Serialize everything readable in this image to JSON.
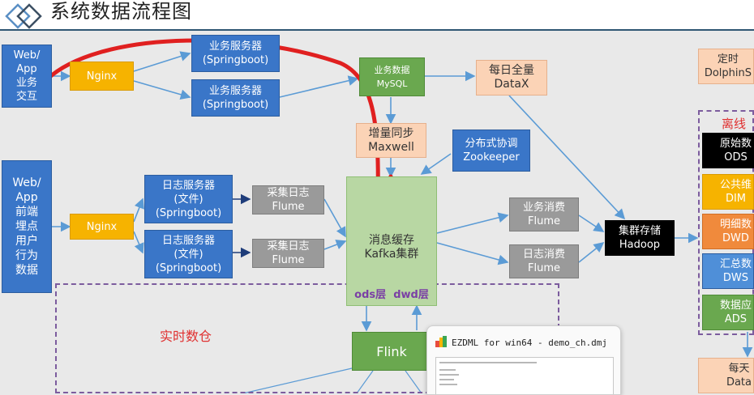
{
  "header": {
    "title": "系统数据流程图"
  },
  "nodes": {
    "web_app_interaction": "Web/\nApp\n业务\n交互",
    "nginx_top": "Nginx",
    "biz_server_1": "业务服务器\n(Springboot)",
    "biz_server_2": "业务服务器\n(Springboot)",
    "biz_mysql": "业务数据\nMySQL",
    "daily_datax": "每日全量\nDataX",
    "schedule_dolphin": "定时\nDolphinS",
    "incr_maxwell": "增量同步\nMaxwell",
    "zookeeper": "分布式协调\nZookeeper",
    "web_app_tracking": "Web/\nApp\n前端\n埋点\n用户\n行为\n数据",
    "nginx_bottom": "Nginx",
    "log_server_1": "日志服务器\n(文件)\n(Springboot)",
    "log_server_2": "日志服务器\n(文件)\n(Springboot)",
    "flume_collect_1": "采集日志\nFlume",
    "flume_collect_2": "采集日志\nFlume",
    "kafka": "消息缓存\nKafka集群",
    "kafka_layers": "ods层  dwd层",
    "flume_biz_consume": "业务消费\nFlume",
    "flume_log_consume": "日志消费\nFlume",
    "hadoop": "集群存储\nHadoop",
    "flink": "Flink",
    "offline_title": "离线数",
    "realtime_title": "实时数仓",
    "layer_ods": "原始数\nODS",
    "layer_dim": "公共维\nDIM",
    "layer_dwd": "明细数\nDWD",
    "layer_dws": "汇总数\nDWS",
    "layer_ads": "数据应\nADS",
    "daily_bottom": "每天\nData"
  },
  "ezdml": {
    "title": "EZDML for win64 - demo_ch.dmj"
  },
  "colors": {
    "blue": "#3a76c8",
    "orange": "#f6b300",
    "peach": "#fbd3b6",
    "gray": "#9a9a9a",
    "green": "#6aa84f",
    "black": "#000000",
    "annotation_red": "#e02020",
    "dashed_purple": "#7c5c9e",
    "arrow_blue": "#5b9bd5"
  }
}
